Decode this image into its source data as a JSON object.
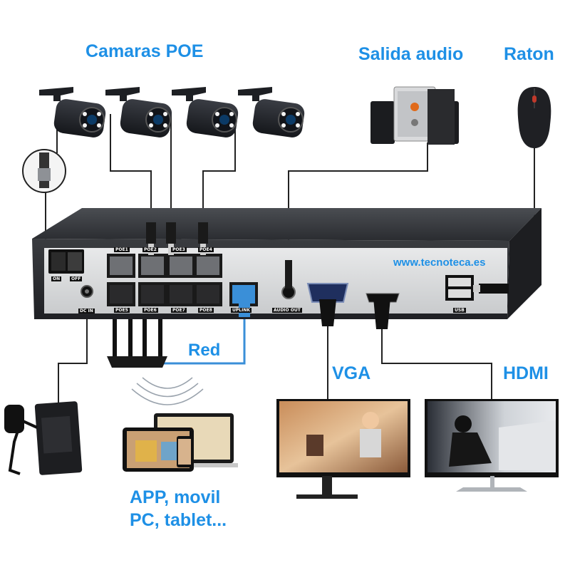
{
  "labels": {
    "cameras": "Camaras POE",
    "audio": "Salida audio",
    "mouse": "Raton",
    "network": "Red",
    "vga": "VGA",
    "hdmi": "HDMI",
    "apps_line1": "APP, movil",
    "apps_line2": "PC, tablet..."
  },
  "website": "www.tecnoteca.es",
  "panel": {
    "switch_on": "ON",
    "switch_off": "OFF",
    "dc_in": "DC IN",
    "poe_ports": [
      "POE1",
      "POE2",
      "POE3",
      "POE4",
      "POE5",
      "POE6",
      "POE7",
      "POE8"
    ],
    "uplink": "UPLINK",
    "audio_out": "AUDIO OUT",
    "usb": "USB"
  },
  "colors": {
    "label_blue": "#1e90e6",
    "nvr_body": "#2b2d31",
    "cable": "#222222",
    "network_cable": "#3a8fd8"
  },
  "icons": [
    "ip-camera-icon",
    "speaker-icon",
    "mouse-icon",
    "router-icon",
    "power-adapter-icon",
    "monitor-icon",
    "tablet-icon",
    "laptop-icon",
    "phone-icon"
  ]
}
